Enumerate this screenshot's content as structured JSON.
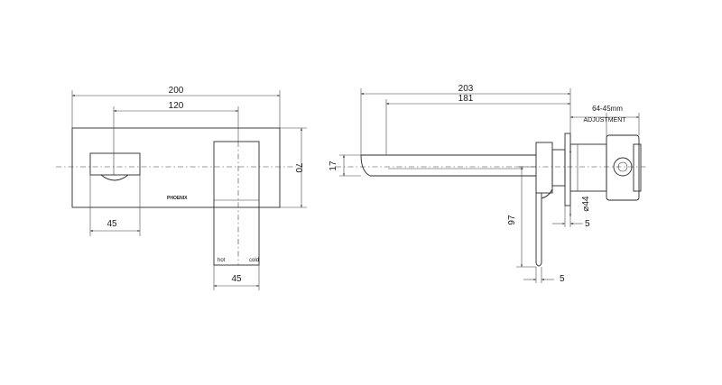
{
  "front_view": {
    "overall_width": "200",
    "spout_spacing": "120",
    "height": "70",
    "spout_width": "45",
    "handle_width": "45",
    "brand_mark": "PHOENIX",
    "hot_label": "hot",
    "cold_label": "cold"
  },
  "side_view": {
    "overall_projection": "203",
    "spout_projection": "181",
    "adjustment_range": "64-45mm",
    "adjustment_label": "ADJUSTMENT",
    "spout_height": "17",
    "handle_height": "97",
    "flange_diameter": "⌀44",
    "flange_thickness": "5",
    "handle_thickness": "5"
  }
}
